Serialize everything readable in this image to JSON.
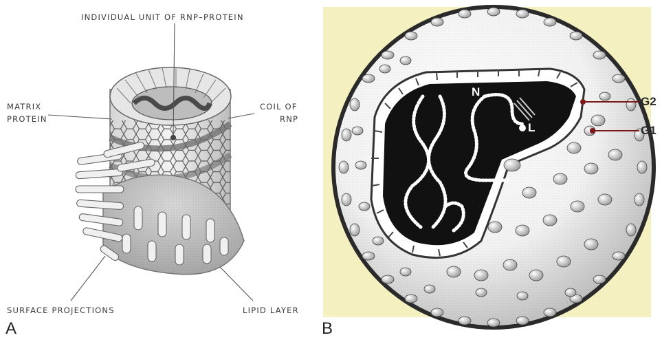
{
  "panelA": {
    "letter": "A",
    "labels": {
      "rnp_unit": "INDIVIDUAL UNIT OF RNP–PROTEIN",
      "matrix_line1": "MATRIX",
      "matrix_line2": "PROTEIN",
      "coil_line1": "COIL OF",
      "coil_line2": "RNP",
      "surface": "SURFACE PROJECTIONS",
      "lipid": "LIPID LAYER"
    }
  },
  "panelB": {
    "letter": "B",
    "labels": {
      "n": "N",
      "l": "L",
      "g1": "G1",
      "g2": "G2"
    },
    "colors": {
      "background": "#f4f0c0",
      "core": "#111111",
      "marker": "#7a1a1a"
    }
  }
}
